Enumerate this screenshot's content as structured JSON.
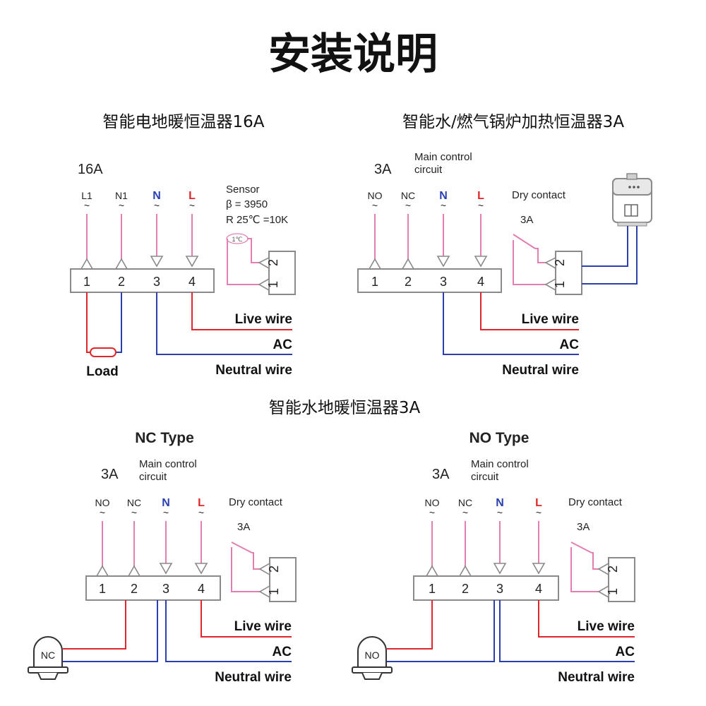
{
  "page": {
    "title": "安装说明",
    "sections": {
      "electric": "智能电地暖恒温器16A",
      "boiler": "智能水/燃气锅炉加热恒温器3A",
      "water": "智能水地暖恒温器3A"
    }
  },
  "panels": {
    "electric": {
      "rating": "16A",
      "terminals": [
        "L1",
        "N1",
        "N",
        "L"
      ],
      "numbers": [
        "1",
        "2",
        "3",
        "4"
      ],
      "tilde": "~",
      "sensor": {
        "line1": "Sensor",
        "line2": "β = 3950",
        "line3": "R 25℃ =10K",
        "probe": "1℃"
      },
      "sensor_numbers": [
        "2",
        "1"
      ],
      "wires": {
        "live": "Live wire",
        "ac": "AC",
        "neutral": "Neutral wire"
      },
      "load": "Load"
    },
    "boiler": {
      "rating": "3A",
      "main_control": [
        "Main control",
        "circuit"
      ],
      "terminals": [
        "NO",
        "NC",
        "N",
        "L"
      ],
      "numbers": [
        "1",
        "2",
        "3",
        "4"
      ],
      "dry_contact": "Dry contact",
      "dry_rating": "3A",
      "contact_numbers": [
        "2",
        "1"
      ],
      "wires": {
        "live": "Live wire",
        "ac": "AC",
        "neutral": "Neutral wire"
      }
    },
    "nc": {
      "type": "NC Type",
      "rating": "3A",
      "main_control": [
        "Main control",
        "circuit"
      ],
      "terminals": [
        "NO",
        "NC",
        "N",
        "L"
      ],
      "numbers": [
        "1",
        "2",
        "3",
        "4"
      ],
      "dry_contact": "Dry contact",
      "dry_rating": "3A",
      "contact_numbers": [
        "2",
        "1"
      ],
      "wires": {
        "live": "Live wire",
        "ac": "AC",
        "neutral": "Neutral wire"
      },
      "valve": "NC"
    },
    "no": {
      "type": "NO Type",
      "rating": "3A",
      "main_control": [
        "Main control",
        "circuit"
      ],
      "terminals": [
        "NO",
        "NC",
        "N",
        "L"
      ],
      "numbers": [
        "1",
        "2",
        "3",
        "4"
      ],
      "dry_contact": "Dry contact",
      "dry_rating": "3A",
      "contact_numbers": [
        "2",
        "1"
      ],
      "wires": {
        "live": "Live wire",
        "ac": "AC",
        "neutral": "Neutral wire"
      },
      "valve": "NO"
    }
  },
  "colors": {
    "pink": "#e27fb2",
    "red": "#e0262a",
    "blue": "#2a3fb0",
    "gray": "#8a8a8a"
  }
}
